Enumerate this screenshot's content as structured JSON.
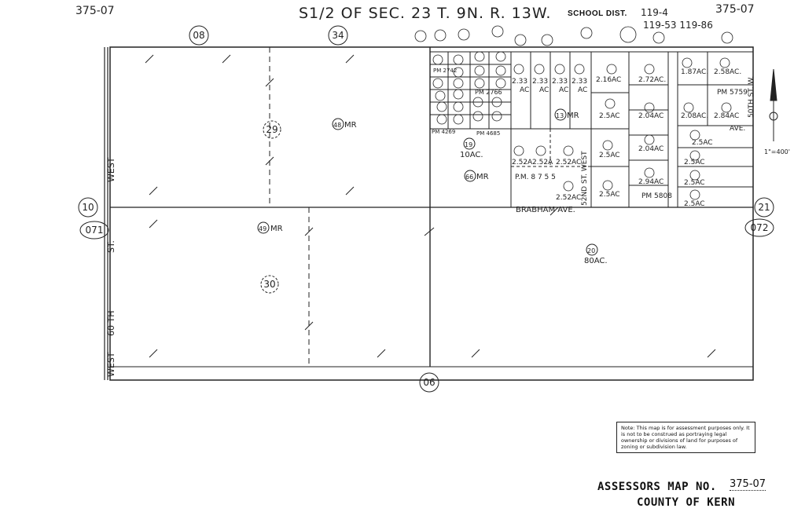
{
  "header": {
    "corner_left": "375-07",
    "corner_right": "375-07",
    "title": "S1/2 OF SEC. 23 T. 9N. R. 13W.",
    "school_label": "SCHOOL DIST.",
    "school_line1": "119-4",
    "school_line2": "119-53  119-86"
  },
  "adjoining": {
    "top_08": "08",
    "top_34": "34",
    "left_10": "10",
    "left_071": "071",
    "right_21": "21",
    "right_072": "072",
    "bottom_06": "06"
  },
  "streets": {
    "west_60th_a": "WEST",
    "west_60th_b": "ST.",
    "west_60th_c": "60 TH",
    "west_60th_d": "WEST",
    "brabham": "BRABHAM AVE.",
    "fiftysecond": "52ND ST. WEST",
    "fiftieth": "50TH ST. W."
  },
  "parcels": {
    "p29": "29",
    "p30": "30",
    "p48": "48",
    "p48_label": "MR",
    "p49": "49",
    "p49_label": "MR",
    "p20": "20",
    "p20_area": "80AC.",
    "p66": "66",
    "p66_label": "MR",
    "p19": "19",
    "p19_area": "10AC.",
    "p13": "13",
    "p13_label": "MR",
    "p62_area": "2.52A",
    "p64_area": "2.52A",
    "p63_area": "2.52AC",
    "p65_area": "2.52AC",
    "p57_area": "2.33",
    "p58_area": "2.33",
    "p60_area": "2.33",
    "p61_area": "2.33",
    "ac": "AC",
    "p28_area": "2.16AC",
    "p29b_area": "2.5AC",
    "p30b_area": "2.5AC",
    "p31_area": "2.5AC",
    "p49b_area": "2.72AC.",
    "p50_area": "2.04AC",
    "p51_area": "2.04AC",
    "p52_area": "2.94AC",
    "p53_area": "1.87AC.",
    "p54_area": "2.58AC.",
    "p55_area": "2.08AC.",
    "p56_area": "2.84AC",
    "p41_area": "2.5AC",
    "p42_area": "2.5AC",
    "p43_area": "2.5AC",
    "p44_area": "2.5AC",
    "pm_8755": "P.M.  8 7 5 5",
    "pm_5808": "PM 5808",
    "pm_5759": "PM 5759",
    "pm_2766": "PM 2766",
    "pm_4685": "PM 4685",
    "pm_4269": "PM 4269",
    "pm_2742": "PM 2742",
    "ave_label": "AVE."
  },
  "scale": "1\"=400'",
  "note": "Note: This map is for assessment purposes only. It is not to be construed as portraying legal ownership or divisions of land for purposes of zoning or subdivision law.",
  "footer": {
    "assessors_label": "ASSESSORS MAP NO.",
    "map_no": "375-07",
    "county": "COUNTY OF KERN"
  }
}
